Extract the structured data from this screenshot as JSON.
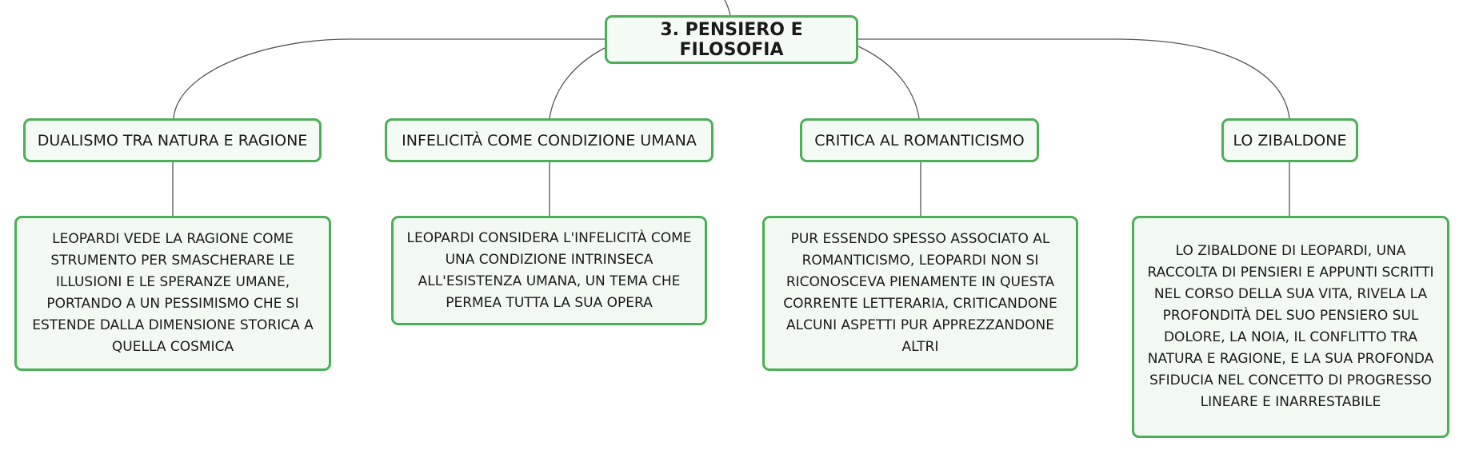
{
  "colors": {
    "node_border": "#4caf58",
    "node_fill": "#f1f9f2",
    "connector": "#555555"
  },
  "root": {
    "label": "3. PENSIERO E FILOSOFIA"
  },
  "topics": [
    {
      "label": "DUALISMO TRA NATURA E RAGIONE",
      "detail": "LEOPARDI VEDE LA RAGIONE COME STRUMENTO PER SMASCHERARE LE ILLUSIONI E LE SPERANZE UMANE, PORTANDO A UN PESSIMISMO CHE SI ESTENDE DALLA DIMENSIONE STORICA A QUELLA COSMICA"
    },
    {
      "label": "INFELICITÀ COME CONDIZIONE UMANA",
      "detail": "LEOPARDI CONSIDERA L'INFELICITÀ COME UNA CONDIZIONE INTRINSECA ALL'ESISTENZA UMANA, UN TEMA CHE PERMEA TUTTA LA SUA OPERA"
    },
    {
      "label": "CRITICA AL ROMANTICISMO",
      "detail": "PUR ESSENDO SPESSO ASSOCIATO AL ROMANTICISMO, LEOPARDI NON SI RICONOSCEVA PIENAMENTE IN QUESTA CORRENTE LETTERARIA, CRITICANDONE ALCUNI ASPETTI PUR APPREZZANDONE ALTRI"
    },
    {
      "label": "LO ZIBALDONE",
      "detail": "LO ZIBALDONE DI LEOPARDI, UNA RACCOLTA DI PENSIERI E APPUNTI SCRITTI NEL CORSO DELLA SUA VITA, RIVELA LA PROFONDITÀ DEL SUO PENSIERO SUL DOLORE, LA NOIA, IL CONFLITTO TRA NATURA E RAGIONE, E LA SUA PROFONDA SFIDUCIA NEL CONCETTO DI PROGRESSO LINEARE E INARRESTABILE"
    }
  ]
}
